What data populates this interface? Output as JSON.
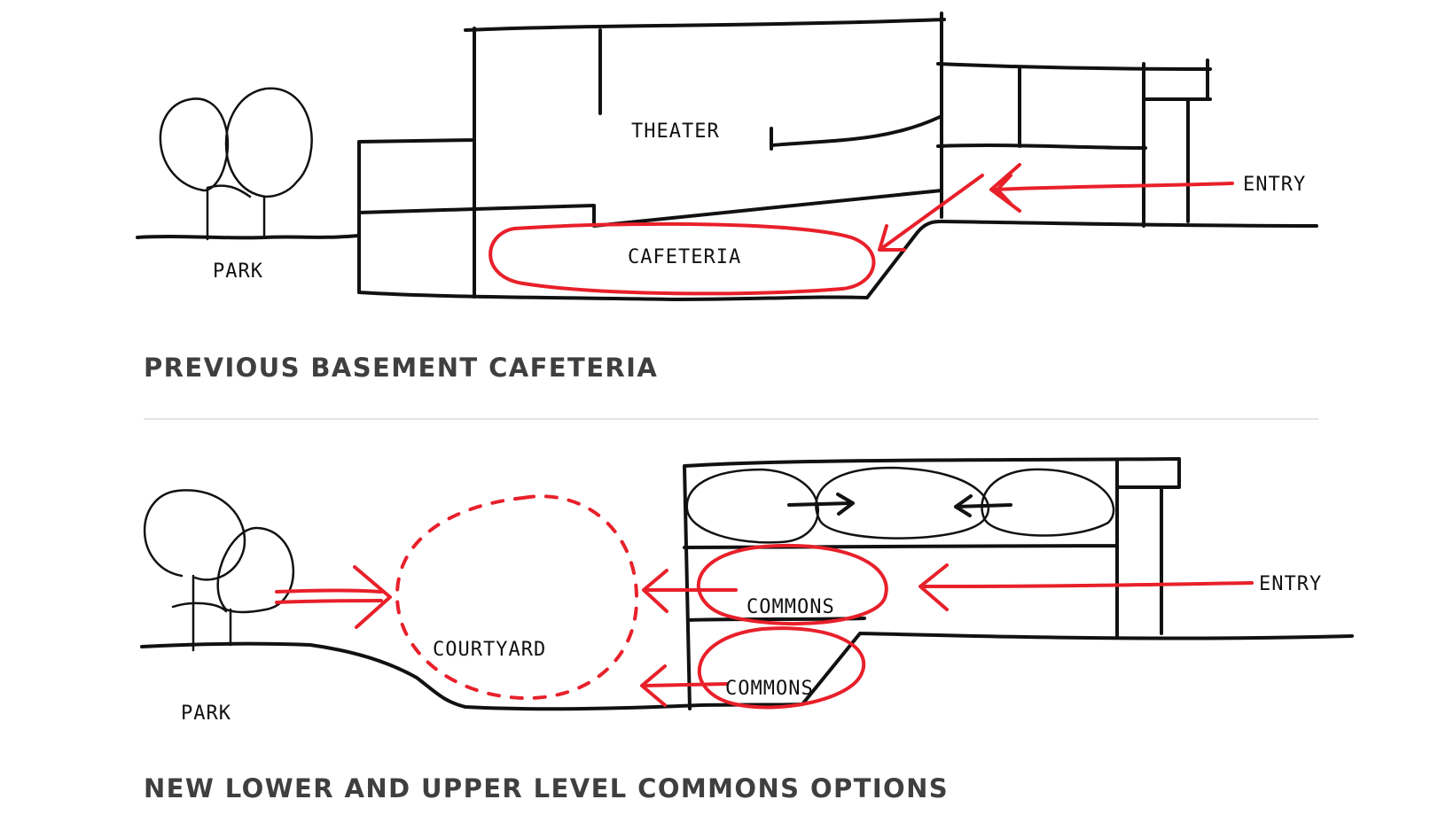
{
  "sections": [
    {
      "caption": "PREVIOUS BASEMENT CAFETERIA",
      "labels": {
        "park": "PARK",
        "theater": "THEATER",
        "cafeteria": "CAFETERIA",
        "entry": "ENTRY"
      }
    },
    {
      "caption": "NEW LOWER AND UPPER LEVEL COMMONS OPTIONS",
      "labels": {
        "park": "PARK",
        "courtyard": "COURTYARD",
        "commons_upper": "COMMONS",
        "commons_lower": "COMMONS",
        "entry": "ENTRY"
      }
    }
  ],
  "colors": {
    "ink": "#111111",
    "accent": "#e8202a",
    "caption": "#3f3f3f",
    "divider": "#e3e3e3"
  }
}
